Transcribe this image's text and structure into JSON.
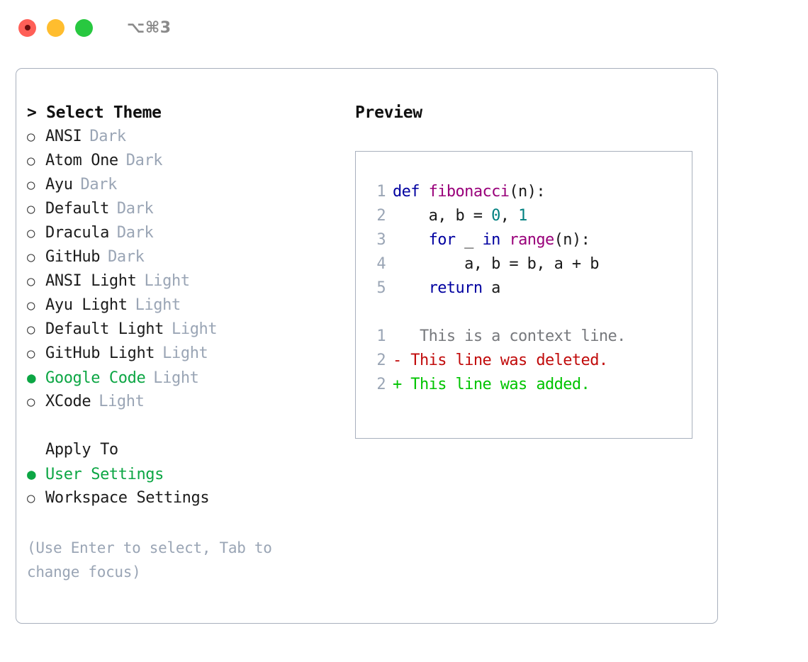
{
  "titlebar": {
    "shortcut": "⌥⌘3",
    "buttons": {
      "close": "close-button",
      "minimize": "minimize-button",
      "maximize": "maximize-button"
    }
  },
  "theme_picker": {
    "header": "> Select Theme",
    "prompt": ">",
    "bullet_on": "●",
    "bullet_off": "○",
    "options": [
      {
        "name": "ANSI",
        "badge": "Dark",
        "selected": false
      },
      {
        "name": "Atom One",
        "badge": "Dark",
        "selected": false
      },
      {
        "name": "Ayu",
        "badge": "Dark",
        "selected": false
      },
      {
        "name": "Default",
        "badge": "Dark",
        "selected": false
      },
      {
        "name": "Dracula",
        "badge": "Dark",
        "selected": false
      },
      {
        "name": "GitHub",
        "badge": "Dark",
        "selected": false
      },
      {
        "name": "ANSI Light",
        "badge": "Light",
        "selected": false
      },
      {
        "name": "Ayu Light",
        "badge": "Light",
        "selected": false
      },
      {
        "name": "Default Light",
        "badge": "Light",
        "selected": false
      },
      {
        "name": "GitHub Light",
        "badge": "Light",
        "selected": false
      },
      {
        "name": "Google Code",
        "badge": "Light",
        "selected": true
      },
      {
        "name": "XCode",
        "badge": "Light",
        "selected": false
      }
    ]
  },
  "apply_to": {
    "title": "Apply To",
    "options": [
      {
        "name": "User Settings",
        "selected": true
      },
      {
        "name": "Workspace Settings",
        "selected": false
      }
    ]
  },
  "hint": "(Use Enter to select, Tab to change focus)",
  "preview": {
    "title": "Preview",
    "code_lines": [
      {
        "num": "1",
        "tokens": [
          {
            "t": "def",
            "c": "kw"
          },
          {
            "t": " ",
            "c": "pl"
          },
          {
            "t": "fibonacci",
            "c": "fn"
          },
          {
            "t": "(n):",
            "c": "pl"
          }
        ]
      },
      {
        "num": "2",
        "tokens": [
          {
            "t": "    a, b = ",
            "c": "pl"
          },
          {
            "t": "0",
            "c": "num"
          },
          {
            "t": ", ",
            "c": "pl"
          },
          {
            "t": "1",
            "c": "num"
          }
        ]
      },
      {
        "num": "3",
        "tokens": [
          {
            "t": "    ",
            "c": "pl"
          },
          {
            "t": "for",
            "c": "kw"
          },
          {
            "t": " _ ",
            "c": "pl"
          },
          {
            "t": "in",
            "c": "kw"
          },
          {
            "t": " ",
            "c": "pl"
          },
          {
            "t": "range",
            "c": "fn"
          },
          {
            "t": "(n):",
            "c": "pl"
          }
        ]
      },
      {
        "num": "4",
        "tokens": [
          {
            "t": "        a, b = b, a + b",
            "c": "pl"
          }
        ]
      },
      {
        "num": "5",
        "tokens": [
          {
            "t": "    ",
            "c": "pl"
          },
          {
            "t": "return",
            "c": "kw"
          },
          {
            "t": " a",
            "c": "pl"
          }
        ]
      }
    ],
    "diff_lines": [
      {
        "num": "1",
        "marker": " ",
        "text": "  This is a context line.",
        "kind": "ctx"
      },
      {
        "num": "2",
        "marker": "-",
        "text": " This line was deleted.",
        "kind": "del"
      },
      {
        "num": "2",
        "marker": "+",
        "text": " This line was added.",
        "kind": "add"
      }
    ]
  },
  "colors": {
    "accent_green": "#0ca644",
    "badge_gray": "#9aa5b5",
    "keyword_blue": "#0000a0",
    "function_magenta": "#99007a",
    "number_teal": "#008080",
    "diff_add_green": "#00c400",
    "diff_del_red": "#c10b0b",
    "border_gray": "#a8b0bd",
    "light_close": "#ff5f57",
    "light_min": "#ffbd2e",
    "light_max": "#28c840"
  }
}
